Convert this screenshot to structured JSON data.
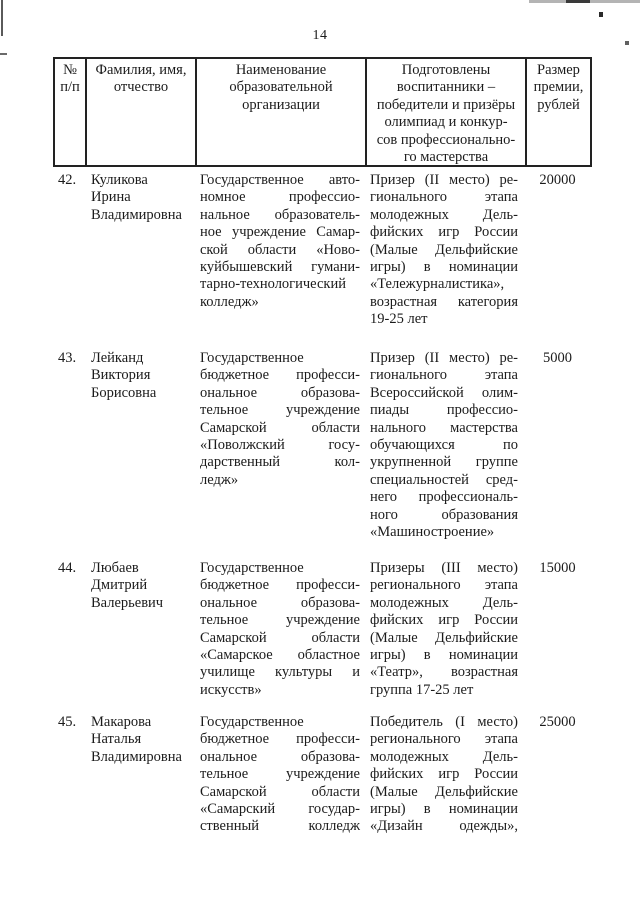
{
  "page": {
    "number": "14"
  },
  "table": {
    "headers": [
      {
        "lines": [
          "№",
          "п/п"
        ]
      },
      {
        "lines": [
          "Фамилия, имя,",
          "отчество"
        ]
      },
      {
        "lines": [
          "Наименование",
          "образовательной",
          "организации"
        ]
      },
      {
        "lines": [
          "Подготовлены",
          "воспитанники –",
          "победители и призёры",
          "олимпиад и конкур-",
          "сов профессионально-",
          "го мастерства"
        ]
      },
      {
        "lines": [
          "Размер",
          "премии,",
          "рублей"
        ]
      }
    ],
    "rows": [
      {
        "num": "42.",
        "name": [
          "Куликова",
          "Ирина",
          "Владимировна"
        ],
        "org": [
          "Государственное авто-",
          "номное профессио-",
          "нальное образователь-",
          "ное учреждение Самар-",
          "ской области «Ново-",
          "куйбышевский гумани-",
          "тарно-технологический",
          "колледж»"
        ],
        "achievement": [
          "Призер (II место) ре-",
          "гионального этапа",
          "молодежных Дель-",
          "фийских игр России",
          "(Малые Дельфийские",
          "игры) в номинации",
          "«Тележурналистика»,",
          "возрастная категория",
          "19-25 лет"
        ],
        "amount": "20000",
        "cut": false
      },
      {
        "num": "43.",
        "name": [
          "Лейканд",
          "Виктория",
          "Борисовна"
        ],
        "org": [
          "Государственное",
          "бюджетное професси-",
          "ональное образова-",
          "тельное учреждение",
          "Самарской области",
          "«Поволжский госу-",
          "дарственный кол-",
          "ледж»"
        ],
        "achievement": [
          "Призер (II место) ре-",
          "гионального этапа",
          "Всероссийской олим-",
          "пиады профессио-",
          "нального мастерства",
          "обучающихся по",
          "укрупненной группе",
          "специальностей сред-",
          "него профессиональ-",
          "ного образования",
          "«Машиностроение»"
        ],
        "amount": "5000",
        "cut": false
      },
      {
        "num": "44.",
        "name": [
          "Любаев",
          "Дмитрий",
          "Валерьевич"
        ],
        "org": [
          "Государственное",
          "бюджетное професси-",
          "ональное образова-",
          "тельное учреждение",
          "Самарской области",
          "«Самарское областное",
          "училище культуры и",
          "искусств»"
        ],
        "achievement": [
          "Призеры (III место)",
          "регионального этапа",
          "молодежных Дель-",
          "фийских игр России",
          "(Малые Дельфийские",
          "игры) в номинации",
          "«Театр», возрастная",
          "группа 17-25 лет"
        ],
        "amount": "15000",
        "cut": false
      },
      {
        "num": "45.",
        "name": [
          "Макарова",
          "Наталья",
          "Владимировна"
        ],
        "org": [
          "Государственное",
          "бюджетное професси-",
          "ональное образова-",
          "тельное учреждение",
          "Самарской области",
          "«Самарский государ-",
          "ственный колледж"
        ],
        "achievement": [
          "Победитель (I место)",
          "регионального этапа",
          "молодежных Дель-",
          "фийских игр России",
          "(Малые Дельфийские",
          "игры) в номинации",
          "«Дизайн одежды»,"
        ],
        "amount": "25000",
        "cut": true
      }
    ]
  }
}
